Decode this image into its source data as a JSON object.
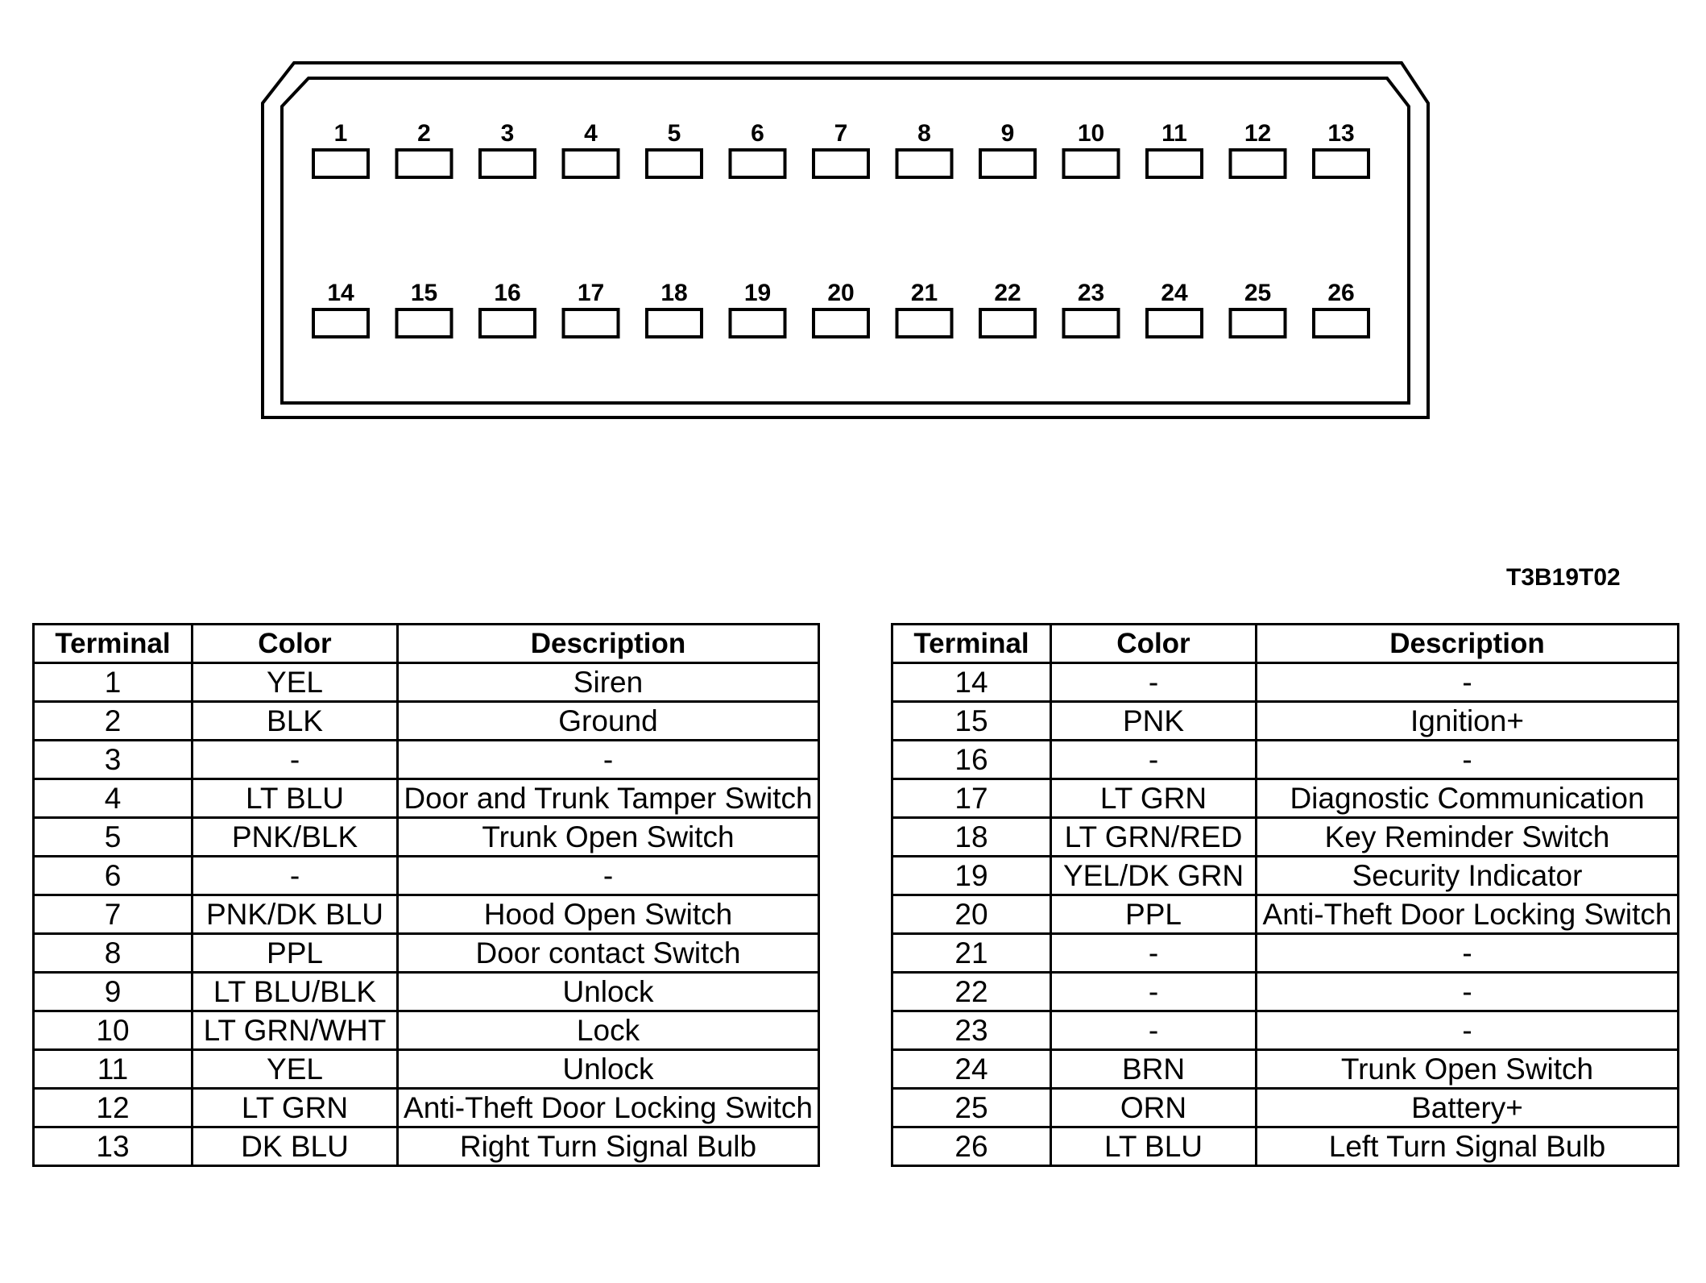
{
  "reference_code": "T3B19T02",
  "connector": {
    "top_row": [
      "1",
      "2",
      "3",
      "4",
      "5",
      "6",
      "7",
      "8",
      "9",
      "10",
      "11",
      "12",
      "13"
    ],
    "bottom_row": [
      "14",
      "15",
      "16",
      "17",
      "18",
      "19",
      "20",
      "21",
      "22",
      "23",
      "24",
      "25",
      "26"
    ]
  },
  "table_headers": {
    "terminal": "Terminal",
    "color": "Color",
    "description": "Description"
  },
  "left_table": [
    {
      "terminal": "1",
      "color": "YEL",
      "description": "Siren"
    },
    {
      "terminal": "2",
      "color": "BLK",
      "description": "Ground"
    },
    {
      "terminal": "3",
      "color": "-",
      "description": "-"
    },
    {
      "terminal": "4",
      "color": "LT BLU",
      "description": "Door and Trunk Tamper Switch"
    },
    {
      "terminal": "5",
      "color": "PNK/BLK",
      "description": "Trunk Open Switch"
    },
    {
      "terminal": "6",
      "color": "-",
      "description": "-"
    },
    {
      "terminal": "7",
      "color": "PNK/DK BLU",
      "description": "Hood Open Switch"
    },
    {
      "terminal": "8",
      "color": "PPL",
      "description": "Door contact Switch"
    },
    {
      "terminal": "9",
      "color": "LT BLU/BLK",
      "description": "Unlock"
    },
    {
      "terminal": "10",
      "color": "LT GRN/WHT",
      "description": "Lock"
    },
    {
      "terminal": "11",
      "color": "YEL",
      "description": "Unlock"
    },
    {
      "terminal": "12",
      "color": "LT GRN",
      "description": "Anti-Theft Door Locking Switch"
    },
    {
      "terminal": "13",
      "color": "DK BLU",
      "description": "Right Turn Signal Bulb"
    }
  ],
  "right_table": [
    {
      "terminal": "14",
      "color": "-",
      "description": "-"
    },
    {
      "terminal": "15",
      "color": "PNK",
      "description": "Ignition+"
    },
    {
      "terminal": "16",
      "color": "-",
      "description": "-"
    },
    {
      "terminal": "17",
      "color": "LT GRN",
      "description": "Diagnostic Communication"
    },
    {
      "terminal": "18",
      "color": "LT GRN/RED",
      "description": "Key Reminder Switch"
    },
    {
      "terminal": "19",
      "color": "YEL/DK GRN",
      "description": "Security Indicator"
    },
    {
      "terminal": "20",
      "color": "PPL",
      "description": "Anti-Theft Door Locking Switch"
    },
    {
      "terminal": "21",
      "color": "-",
      "description": "-"
    },
    {
      "terminal": "22",
      "color": "-",
      "description": "-"
    },
    {
      "terminal": "23",
      "color": "-",
      "description": "-"
    },
    {
      "terminal": "24",
      "color": "BRN",
      "description": "Trunk Open Switch"
    },
    {
      "terminal": "25",
      "color": "ORN",
      "description": "Battery+"
    },
    {
      "terminal": "26",
      "color": "LT BLU",
      "description": "Left Turn Signal Bulb"
    }
  ]
}
